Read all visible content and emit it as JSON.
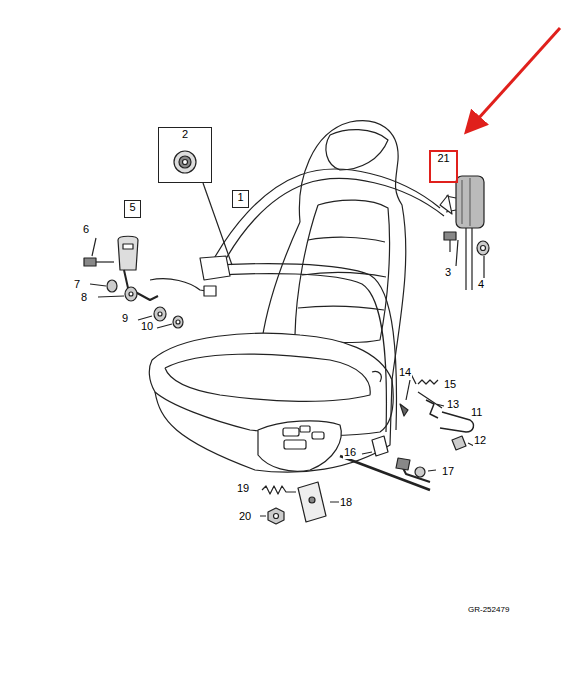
{
  "diagram": {
    "nodes": [
      {
        "text": [
          "2"
        ]
      },
      {
        "text": [
          "21"
        ]
      },
      {
        "text": [
          "1"
        ]
      },
      {
        "text": [
          "5"
        ]
      }
    ],
    "edges": [],
    "labels": [
      "6",
      "7",
      "8",
      "9",
      "10",
      "3",
      "4",
      "14",
      "15",
      "13",
      "11",
      "12",
      "16",
      "17",
      "19",
      "18",
      "20",
      "GR-252479"
    ]
  }
}
